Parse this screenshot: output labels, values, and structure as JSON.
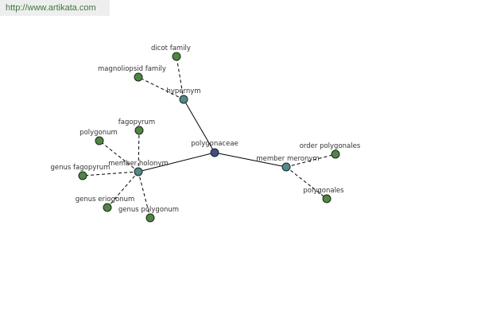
{
  "header": {
    "url": "http://www.artikata.com"
  },
  "graph": {
    "colors": {
      "root": "#3c4f87",
      "relation": "#4c8c8c",
      "leaf": "#4a8a3c",
      "outline": "#222222"
    },
    "nodes": [
      {
        "id": "polygonaceae",
        "label": "polygonaceae",
        "kind": "root"
      },
      {
        "id": "hypernym",
        "label": "hypernym",
        "kind": "relation"
      },
      {
        "id": "dicot-family",
        "label": "dicot family",
        "kind": "leaf"
      },
      {
        "id": "magnoliopsid-family",
        "label": "magnoliopsid family",
        "kind": "leaf"
      },
      {
        "id": "member-holonym",
        "label": "member holonym",
        "kind": "relation"
      },
      {
        "id": "fagopyrum",
        "label": "fagopyrum",
        "kind": "leaf"
      },
      {
        "id": "polygonum",
        "label": "polygonum",
        "kind": "leaf"
      },
      {
        "id": "genus-fagopyrum",
        "label": "genus fagopyrum",
        "kind": "leaf"
      },
      {
        "id": "genus-eriogonum",
        "label": "genus eriogonum",
        "kind": "leaf"
      },
      {
        "id": "genus-polygonum",
        "label": "genus polygonum",
        "kind": "leaf"
      },
      {
        "id": "member-meronym",
        "label": "member meronym",
        "kind": "relation"
      },
      {
        "id": "order-polygonales",
        "label": "order polygonales",
        "kind": "leaf"
      },
      {
        "id": "polygonales",
        "label": "polygonales",
        "kind": "leaf"
      }
    ],
    "edges": [
      {
        "from": "polygonaceae",
        "to": "hypernym",
        "style": "solid"
      },
      {
        "from": "polygonaceae",
        "to": "member-holonym",
        "style": "solid"
      },
      {
        "from": "polygonaceae",
        "to": "member-meronym",
        "style": "solid"
      },
      {
        "from": "hypernym",
        "to": "dicot-family",
        "style": "dashed"
      },
      {
        "from": "hypernym",
        "to": "magnoliopsid-family",
        "style": "dashed"
      },
      {
        "from": "member-holonym",
        "to": "fagopyrum",
        "style": "dashed"
      },
      {
        "from": "member-holonym",
        "to": "polygonum",
        "style": "dashed"
      },
      {
        "from": "member-holonym",
        "to": "genus-fagopyrum",
        "style": "dashed"
      },
      {
        "from": "member-holonym",
        "to": "genus-eriogonum",
        "style": "dashed"
      },
      {
        "from": "member-holonym",
        "to": "genus-polygonum",
        "style": "dashed"
      },
      {
        "from": "member-meronym",
        "to": "order-polygonales",
        "style": "dashed"
      },
      {
        "from": "member-meronym",
        "to": "polygonales",
        "style": "dashed"
      }
    ]
  }
}
